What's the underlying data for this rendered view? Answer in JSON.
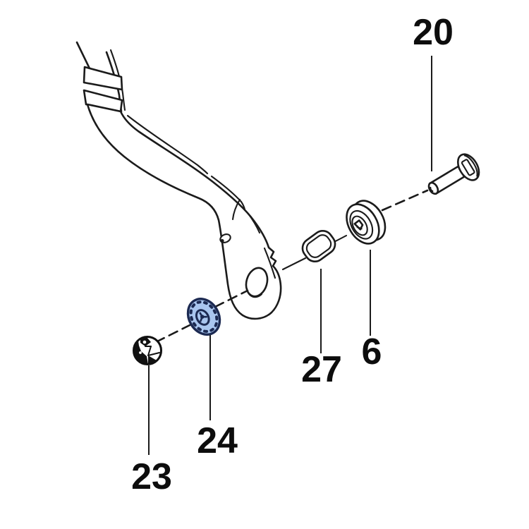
{
  "diagram": {
    "type": "exploded-parts-diagram",
    "colors": {
      "background": "#ffffff",
      "line": "#1b1b1b",
      "highlight_fill": "#a9c6ef",
      "highlight_stroke": "#1c2a52"
    },
    "parts": [
      {
        "number": "20",
        "shape": "bolt"
      },
      {
        "number": "27",
        "shape": "seal-ring"
      },
      {
        "number": "6",
        "shape": "bushing"
      },
      {
        "number": "24",
        "shape": "washer",
        "highlighted": true
      },
      {
        "number": "23",
        "shape": "nut"
      }
    ]
  }
}
